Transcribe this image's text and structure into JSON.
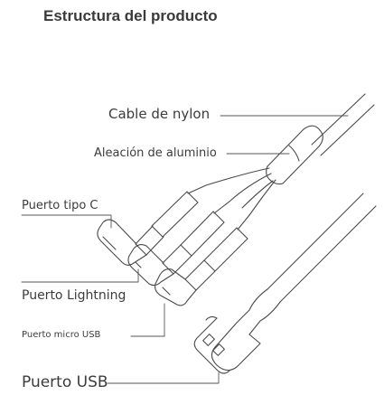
{
  "title": "Estructura del producto",
  "labels": {
    "nylon_cable": "Cable de nylon",
    "aluminum_alloy": "Aleación de aluminio",
    "type_c_port": "Puerto tipo C",
    "lightning_port": "Puerto Lightning",
    "micro_usb_port": "Puerto micro USB",
    "usb_port": "Puerto USB"
  }
}
